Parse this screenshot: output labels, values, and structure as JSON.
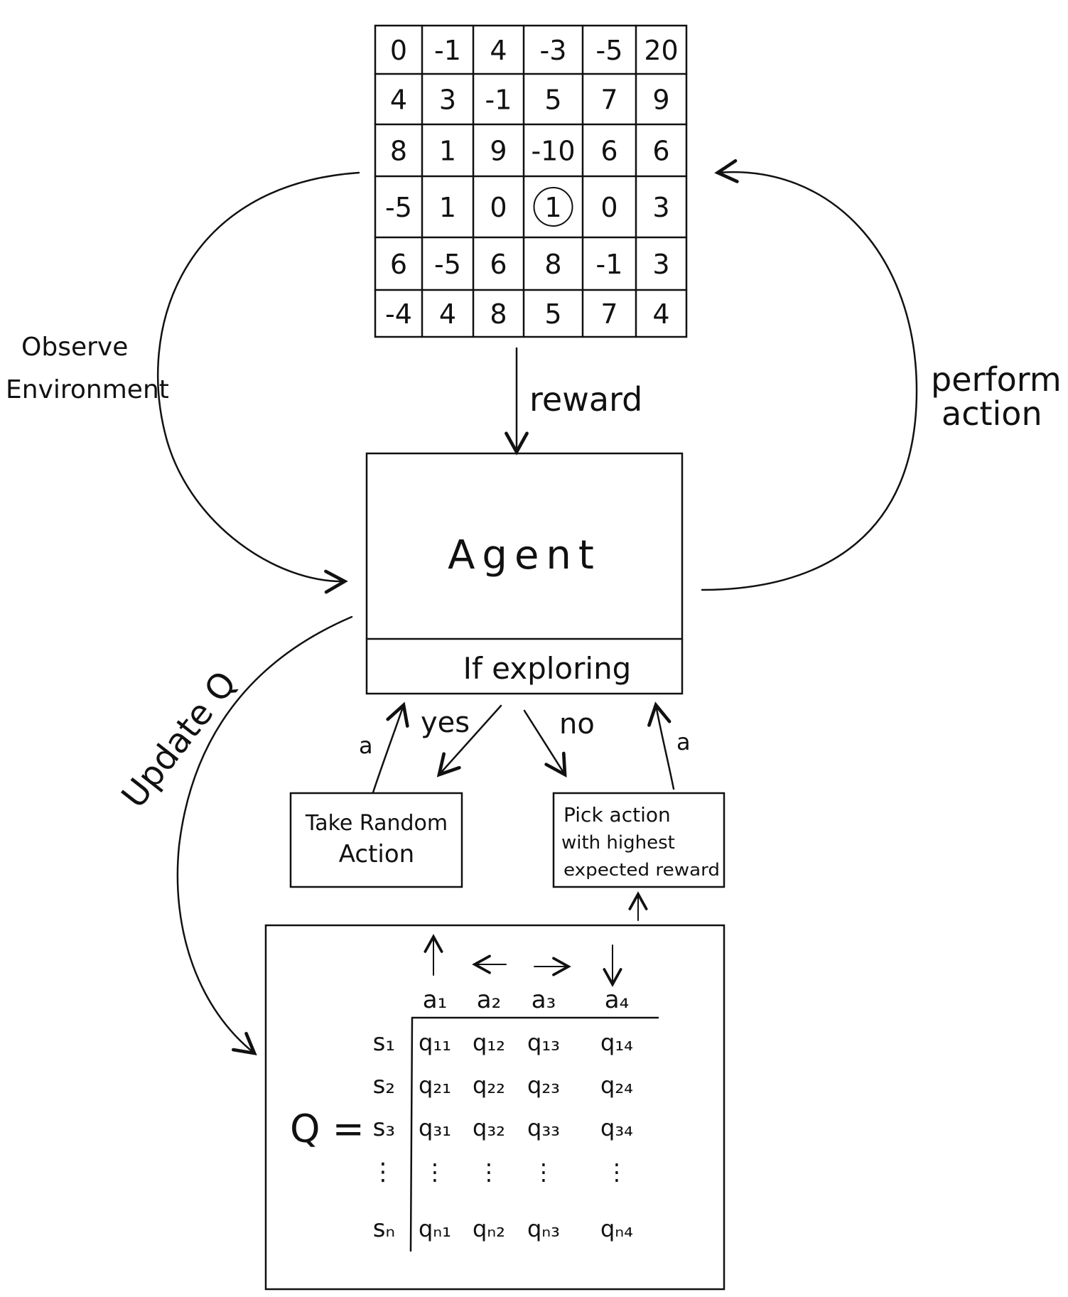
{
  "grid": {
    "rows": [
      [
        "0",
        "-1",
        "4",
        "-3",
        "-5",
        "20"
      ],
      [
        "4",
        "3",
        "-1",
        "5",
        "7",
        "9"
      ],
      [
        "8",
        "1",
        "9",
        "-10",
        "6",
        "6"
      ],
      [
        "-5",
        "1",
        "0",
        "1",
        "0",
        "3"
      ],
      [
        "6",
        "-5",
        "6",
        "8",
        "-1",
        "3"
      ],
      [
        "-4",
        "4",
        "8",
        "5",
        "7",
        "4"
      ]
    ],
    "circled_row": 3,
    "circled_col": 3
  },
  "labels": {
    "observe": [
      "Observe",
      "Environment"
    ],
    "reward": "reward",
    "perform": [
      "perform",
      "action"
    ],
    "update_q": "Update Q",
    "yes": "yes",
    "no": "no",
    "a_left": "a",
    "a_right": "a"
  },
  "agent": {
    "title": "Agent",
    "exploring": "If exploring"
  },
  "random_box": [
    "Take Random",
    "Action"
  ],
  "greedy_box": [
    "Pick action",
    "with highest",
    "expected reward"
  ],
  "q_table": {
    "lhs": "Q =",
    "arrows": [
      "↑",
      "←",
      "→",
      "↓"
    ],
    "actions": [
      "a₁",
      "a₂",
      "a₃",
      "a₄"
    ],
    "states": [
      "s₁",
      "s₂",
      "s₃",
      "⋮",
      "sₙ"
    ],
    "rows": [
      [
        "q₁₁",
        "q₁₂",
        "q₁₃",
        "q₁₄"
      ],
      [
        "q₂₁",
        "q₂₂",
        "q₂₃",
        "q₂₄"
      ],
      [
        "q₃₁",
        "q₃₂",
        "q₃₃",
        "q₃₄"
      ],
      [
        "⋮",
        "⋮",
        "⋮",
        "⋮"
      ],
      [
        "qₙ₁",
        "qₙ₂",
        "qₙ₃",
        "qₙ₄"
      ]
    ]
  }
}
